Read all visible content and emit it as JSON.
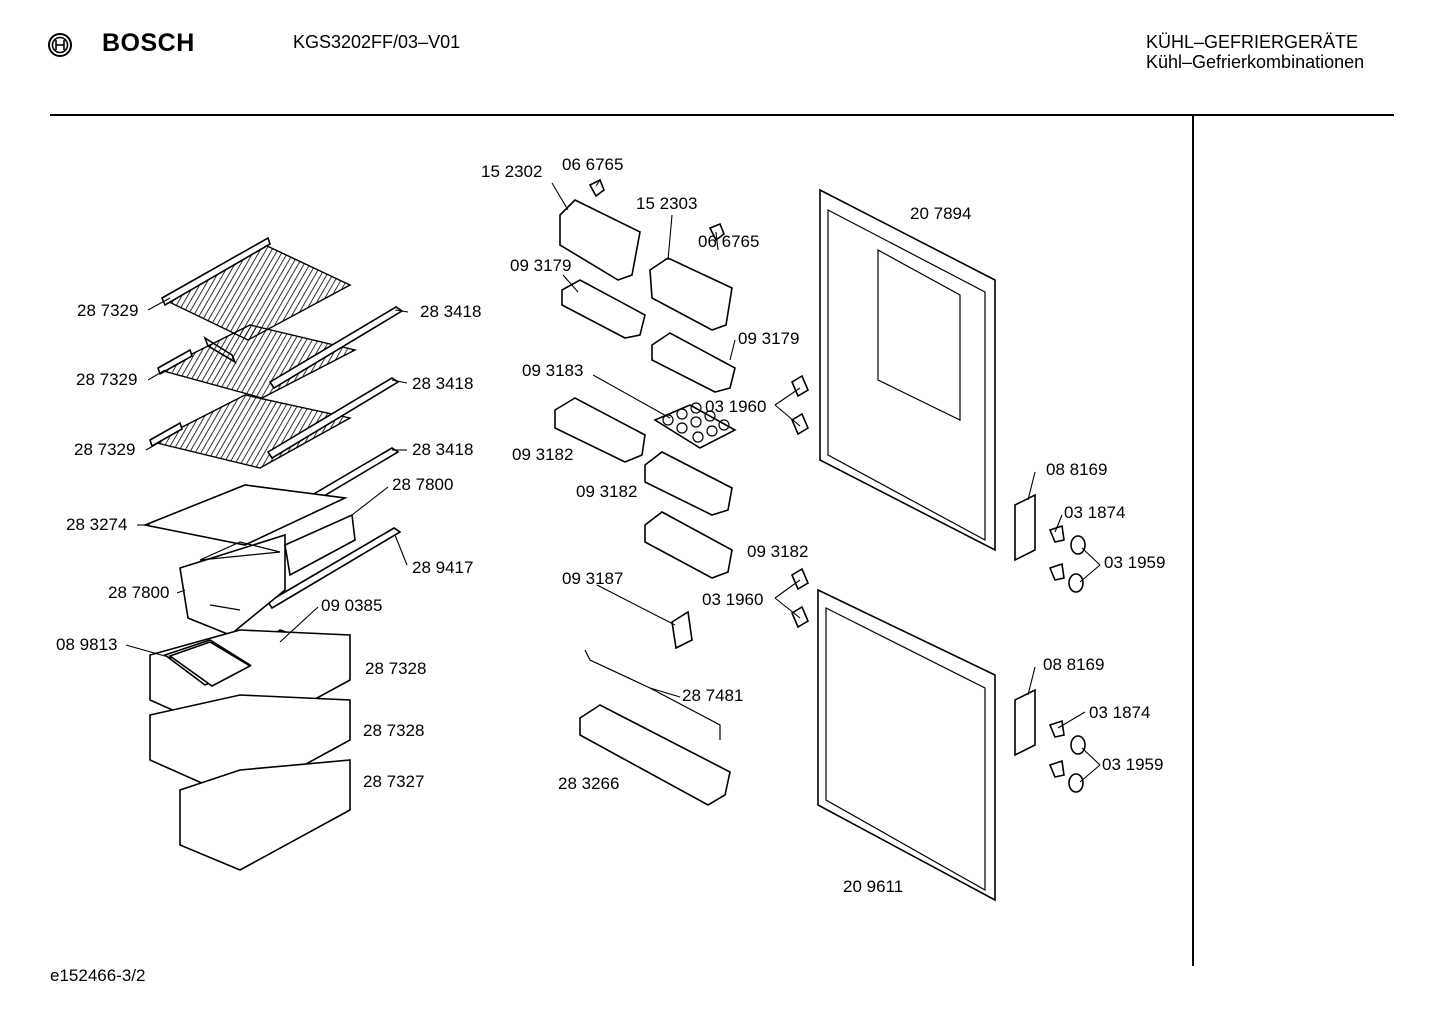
{
  "header": {
    "brand": "BOSCH",
    "model": "KGS3202FF/03–V01",
    "category": "KÜHL–GEFRIERGERÄTE",
    "subcategory": "Kühl–Gefrierkombinationen"
  },
  "footer": {
    "doc_id": "e152466-3/2"
  },
  "labels": {
    "l287329a": "28 7329",
    "l287329b": "28 7329",
    "l287329c": "28 7329",
    "l283418a": "28 3418",
    "l283418b": "28 3418",
    "l283418c": "28 3418",
    "l283274": "28 3274",
    "l287800a": "28 7800",
    "l287800b": "28 7800",
    "l289417": "28 9417",
    "l090385": "09 0385",
    "l089813": "08 9813",
    "l287328a": "28 7328",
    "l287328b": "28 7328",
    "l287327": "28 7327",
    "l152302": "15 2302",
    "l066765a": "06 6765",
    "l152303": "15 2303",
    "l066765b": "06 6765",
    "l093179a": "09 3179",
    "l093179b": "09 3179",
    "l093183": "09 3183",
    "l093182a": "09 3182",
    "l093182b": "09 3182",
    "l093182c": "09 3182",
    "l093187": "09 3187",
    "l287481": "28 7481",
    "l283266": "28 3266",
    "l031960a": "03 1960",
    "l031960b": "03 1960",
    "l207894": "20 7894",
    "l209611": "20 9611",
    "l088169a": "08 8169",
    "l088169b": "08 8169",
    "l031874a": "03 1874",
    "l031874b": "03 1874",
    "l031959a": "03 1959",
    "l031959b": "03 1959"
  }
}
